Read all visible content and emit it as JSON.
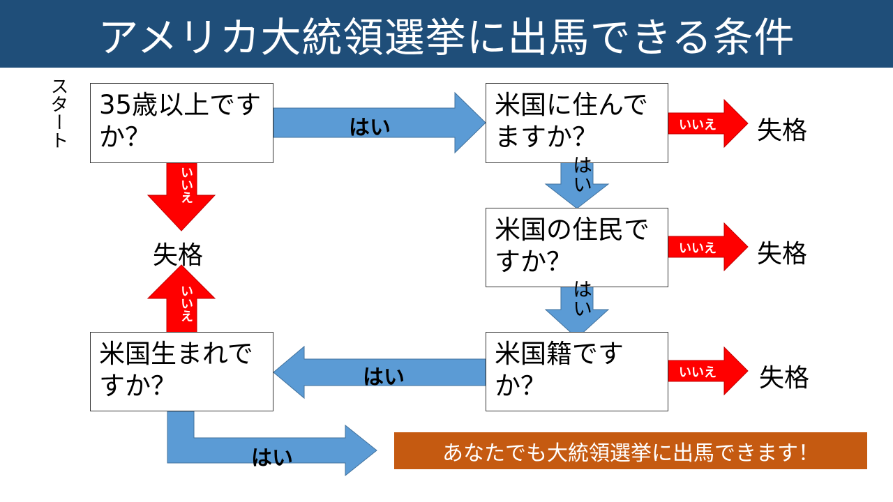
{
  "title": "アメリカ大統領選挙に出馬できる条件",
  "start_label": "スタート",
  "questions": {
    "age": "35歳以上ですか？",
    "live": "米国に住んでますか？",
    "resident": "米国の住民ですか？",
    "citizen": "米国籍ですか？",
    "born": "米国生まれですか？"
  },
  "answers": {
    "yes": "はい",
    "no": "いいえ"
  },
  "fail_label": "失格",
  "result": "あなたでも大統領選挙に出馬できます！",
  "colors": {
    "header": "#1f4e79",
    "yes_arrow": "#5b9bd5",
    "no_arrow": "#ff0000",
    "result": "#c55a11"
  }
}
